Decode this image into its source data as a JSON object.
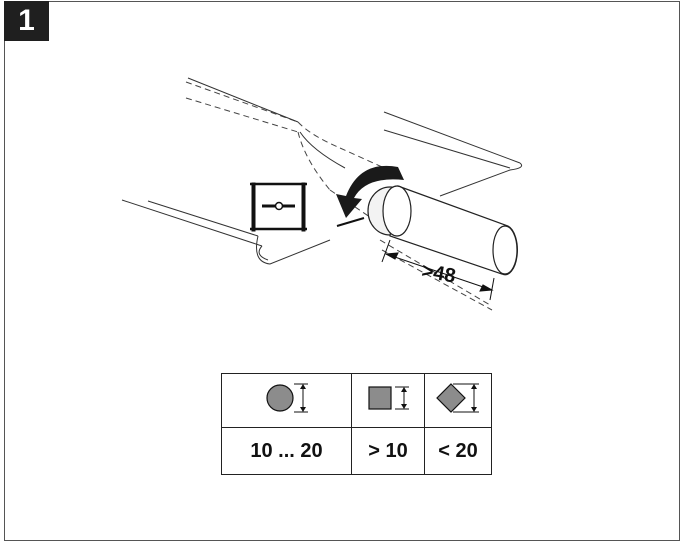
{
  "figure": {
    "step_number": "1",
    "dimension_label": ">48",
    "icons": [
      "rotate-arrow-icon",
      "clamp-mount-icon",
      "shaft-icon"
    ]
  },
  "shaft_table": {
    "columns": [
      {
        "shape": "round-profile-icon",
        "value": "10 ... 20"
      },
      {
        "shape": "square-profile-icon",
        "value": "> 10"
      },
      {
        "shape": "diamond-profile-icon",
        "value": "< 20"
      }
    ]
  }
}
